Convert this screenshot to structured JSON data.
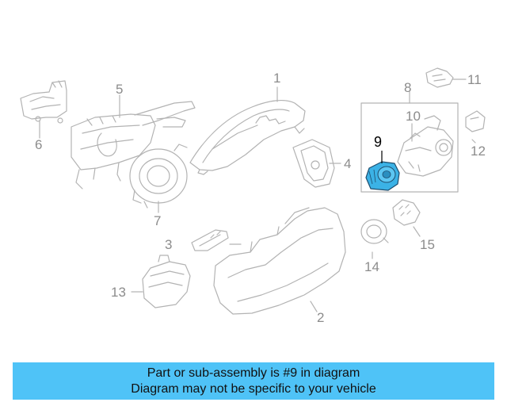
{
  "callouts": {
    "c1": "1",
    "c2": "2",
    "c3": "3",
    "c4": "4",
    "c5": "5",
    "c6": "6",
    "c7": "7",
    "c8": "8",
    "c9": "9",
    "c10": "10",
    "c11": "11",
    "c12": "12",
    "c13": "13",
    "c14": "14",
    "c15": "15"
  },
  "highlighted_part": "9",
  "colors": {
    "outline": "#b3b3b3",
    "highlight": "#3bb2e6",
    "banner": "#4fc3f7"
  },
  "banner": {
    "line1": "Part or sub-assembly is #9 in diagram",
    "line2": "Diagram may not be specific to your vehicle"
  }
}
